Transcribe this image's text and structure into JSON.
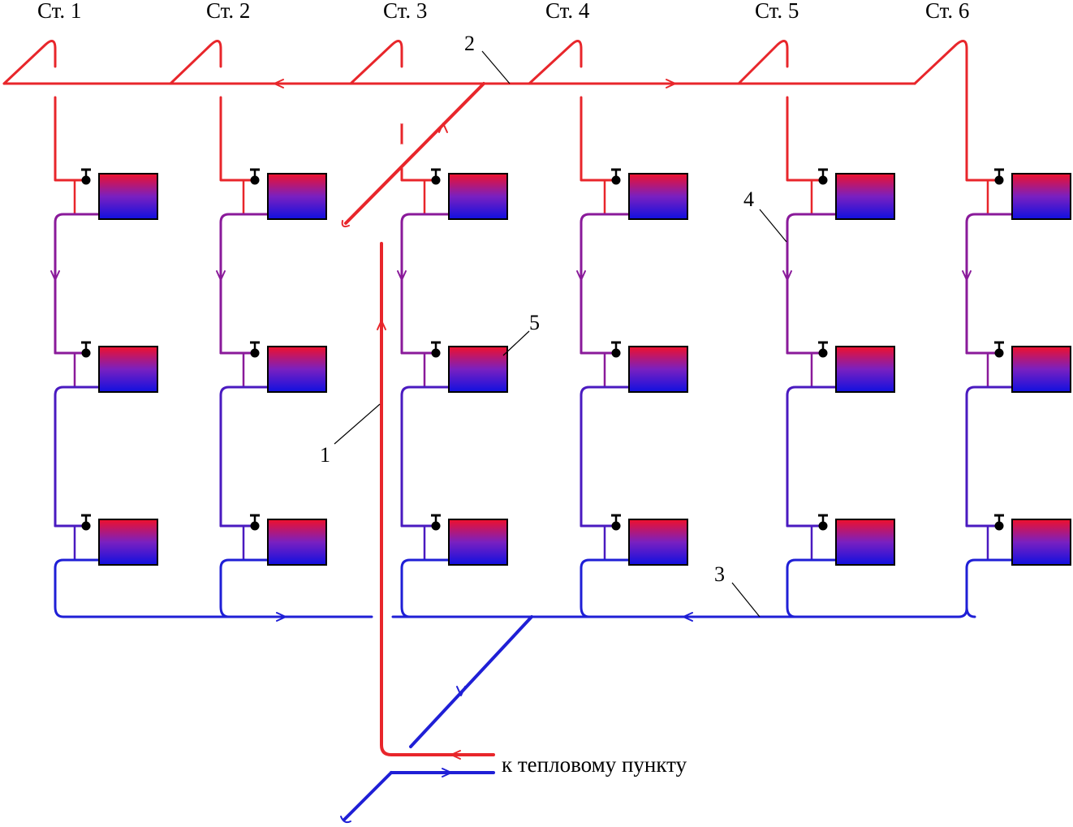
{
  "risers": [
    "Ст. 1",
    "Ст. 2",
    "Ст. 3",
    "Ст. 4",
    "Ст. 5",
    "Ст. 6"
  ],
  "callouts": {
    "main_riser": "1",
    "supply_main": "2",
    "return_main": "3",
    "riser_pipe": "4",
    "radiator": "5"
  },
  "destination": "к тепловому пункту",
  "colors": {
    "supply": "#e8262b",
    "return": "#1f1fd6",
    "mid_upper": "#8a1a9a",
    "mid_lower": "#4a1ac0",
    "valve": "#000000"
  }
}
